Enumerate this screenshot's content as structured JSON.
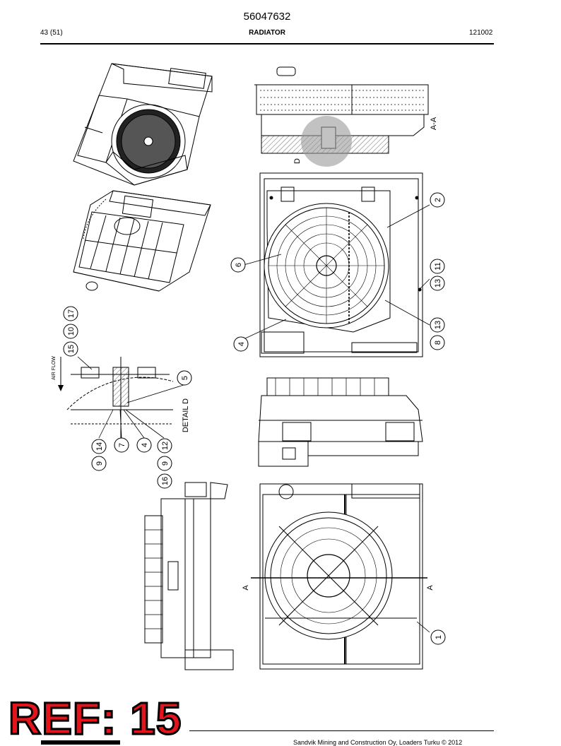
{
  "header": {
    "document_number": "56047632",
    "page_number": "43 (51)",
    "title": "RADIATOR",
    "date_code": "121002"
  },
  "drawing": {
    "section_label": "A-A",
    "detail_marker": "D",
    "detail_label": "DETAIL D",
    "air_flow_label": "AIR FLOW",
    "section_arrow_left": "A",
    "section_arrow_right": "A",
    "callouts": {
      "c1": "1",
      "c2": "2",
      "c4": "4",
      "c5": "5",
      "c6": "6",
      "c7": "7",
      "c8": "8",
      "c9a": "9",
      "c9b": "9",
      "c10": "10",
      "c11": "11",
      "c12": "12",
      "c13a": "13",
      "c13b": "13",
      "c14": "14",
      "c15": "15",
      "c16": "16",
      "c17": "17",
      "c4b": "4"
    }
  },
  "stamp": {
    "text": "REF: 15"
  },
  "footer": {
    "copyright": "Sandvik Mining and Construction Oy, Loaders Turku © 2012"
  }
}
